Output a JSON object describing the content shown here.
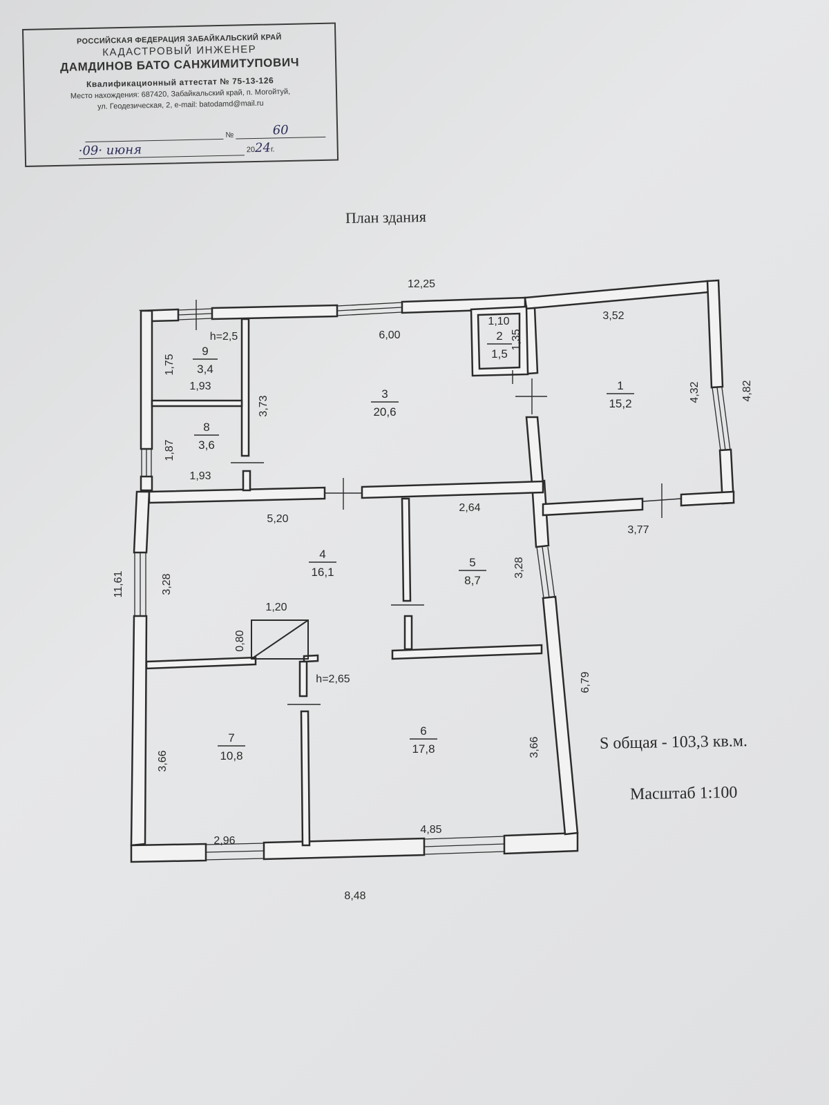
{
  "stamp": {
    "line1": "РОССИЙСКАЯ ФЕДЕРАЦИЯ ЗАБАЙКАЛЬСКИЙ КРАЙ",
    "line2": "КАДАСТРОВЫЙ ИНЖЕНЕР",
    "line3": "ДАМДИНОВ БАТО САНЖИМИТУПОВИЧ",
    "line4": "Квалификационный аттестат № 75-13-126",
    "line5": "Место нахождения: 687420, Забайкальский край, п. Могойтуй,",
    "line6": "ул. Геодезическая, 2, e-mail: batodamd@mail.ru",
    "number_label": "№",
    "number_value": "60",
    "date_day": "09",
    "date_month": "июня",
    "year_prefix": "20",
    "year_value": "24",
    "year_suffix": "г."
  },
  "plan": {
    "title": "План здания",
    "total_area": "S общая - 103,3 кв.м.",
    "scale": "Масштаб 1:100"
  },
  "rooms": [
    {
      "number": "1",
      "area": "15,2"
    },
    {
      "number": "2",
      "area": "1,5"
    },
    {
      "number": "3",
      "area": "20,6"
    },
    {
      "number": "4",
      "area": "16,1"
    },
    {
      "number": "5",
      "area": "8,7"
    },
    {
      "number": "6",
      "area": "17,8"
    },
    {
      "number": "7",
      "area": "10,8"
    },
    {
      "number": "8",
      "area": "3,6"
    },
    {
      "number": "9",
      "area": "3,4"
    }
  ],
  "dimensions": {
    "top_overall": "12,25",
    "left_overall": "11,61",
    "bottom_overall": "8,48",
    "right_lower": "6,79",
    "right_upper": "4,82",
    "r1_top": "3,52",
    "r1_right": "4,32",
    "r1_bottom": "3,77",
    "r2_width": "1,10",
    "r2_height": "1,35",
    "r3_top": "6,00",
    "r3_left": "3,73",
    "r9_height": "1,75",
    "r9_width": "1,93",
    "r8_height": "1,87",
    "r8_width": "1,93",
    "r4_top": "5,20",
    "r4_left": "3,28",
    "r5_top": "2,64",
    "r5_right": "3,28",
    "stair_width": "1,20",
    "stair_height": "0,80",
    "r7_left": "3,66",
    "r7_bottom": "2,96",
    "r6_right": "3,66",
    "r6_bottom": "4,85",
    "height_a": "h=2,5",
    "height_b": "h=2,65"
  }
}
